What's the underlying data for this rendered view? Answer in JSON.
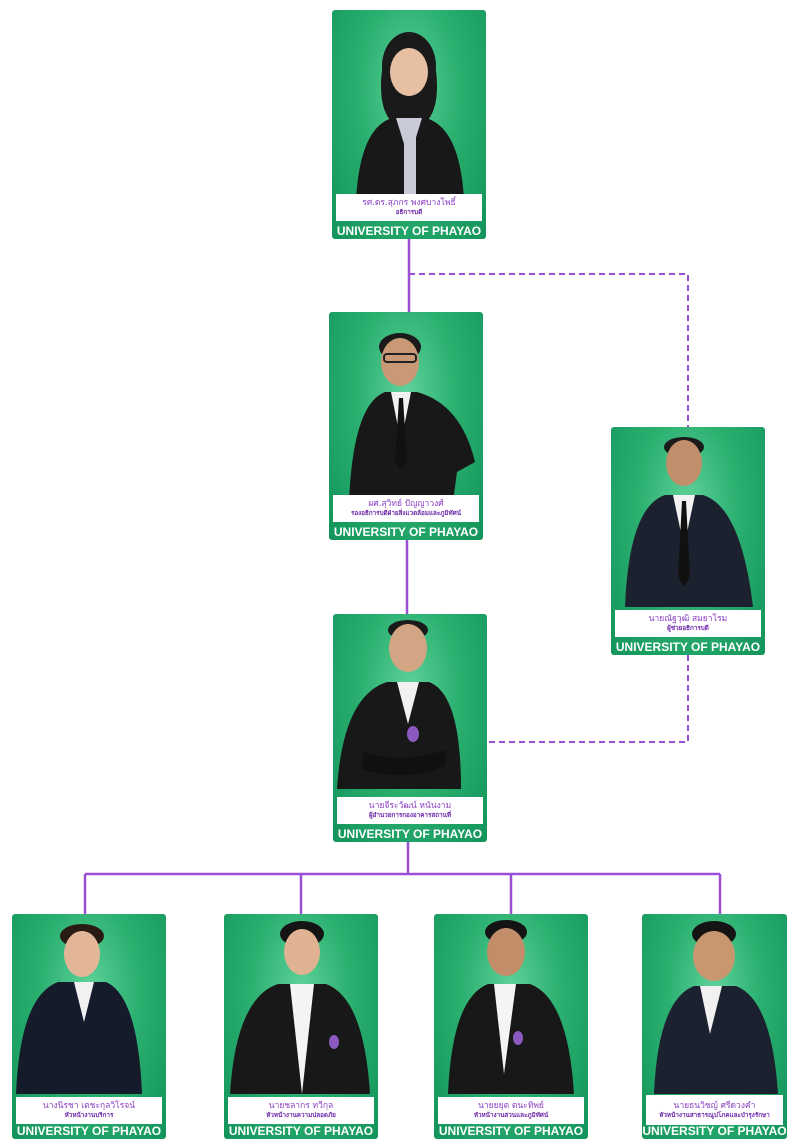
{
  "colors": {
    "connector": "#9b4fd6",
    "card_green": "#1fa866",
    "name_text": "#8a3fc4",
    "banner_text": "#ffffff"
  },
  "banner_text": "UNIVERSITY OF PHAYAO",
  "people": [
    {
      "id": "president",
      "name": "รศ.ดร.สุภกร พงศบางโพธิ์",
      "position": "อธิการบดี"
    },
    {
      "id": "vice-president",
      "name": "ผศ.สุวิทย์ ปัญญาวงศ์",
      "position": "รองอธิการบดีฝ่ายสิ่งแวดล้อมและภูมิทัศน์"
    },
    {
      "id": "assistant-president",
      "name": "นายณัฐวุฒิ สมยาโรม",
      "position": "ผู้ช่วยอธิการบดี"
    },
    {
      "id": "director",
      "name": "นายจีระวัฒน์ หนันงาม",
      "position": "ผู้อำนวยการกองอาคารสถานที่"
    },
    {
      "id": "head-admin",
      "name": "นางนิรชา เตชะกุลวิโรจน์",
      "position": "หัวหน้างานบริการ"
    },
    {
      "id": "head-safety",
      "name": "นายชลากร ทวีกุล",
      "position": "หัวหน้างานความปลอดภัย"
    },
    {
      "id": "head-landscape",
      "name": "นายยยุต ตนะทิพย์",
      "position": "หัวหน้างานสวนและภูมิทัศน์"
    },
    {
      "id": "head-utilities",
      "name": "นายธนวิชญ์ ศรีดวงคำ",
      "position": "หัวหน้างานสาธารณูปโภคและบำรุงรักษา"
    }
  ]
}
